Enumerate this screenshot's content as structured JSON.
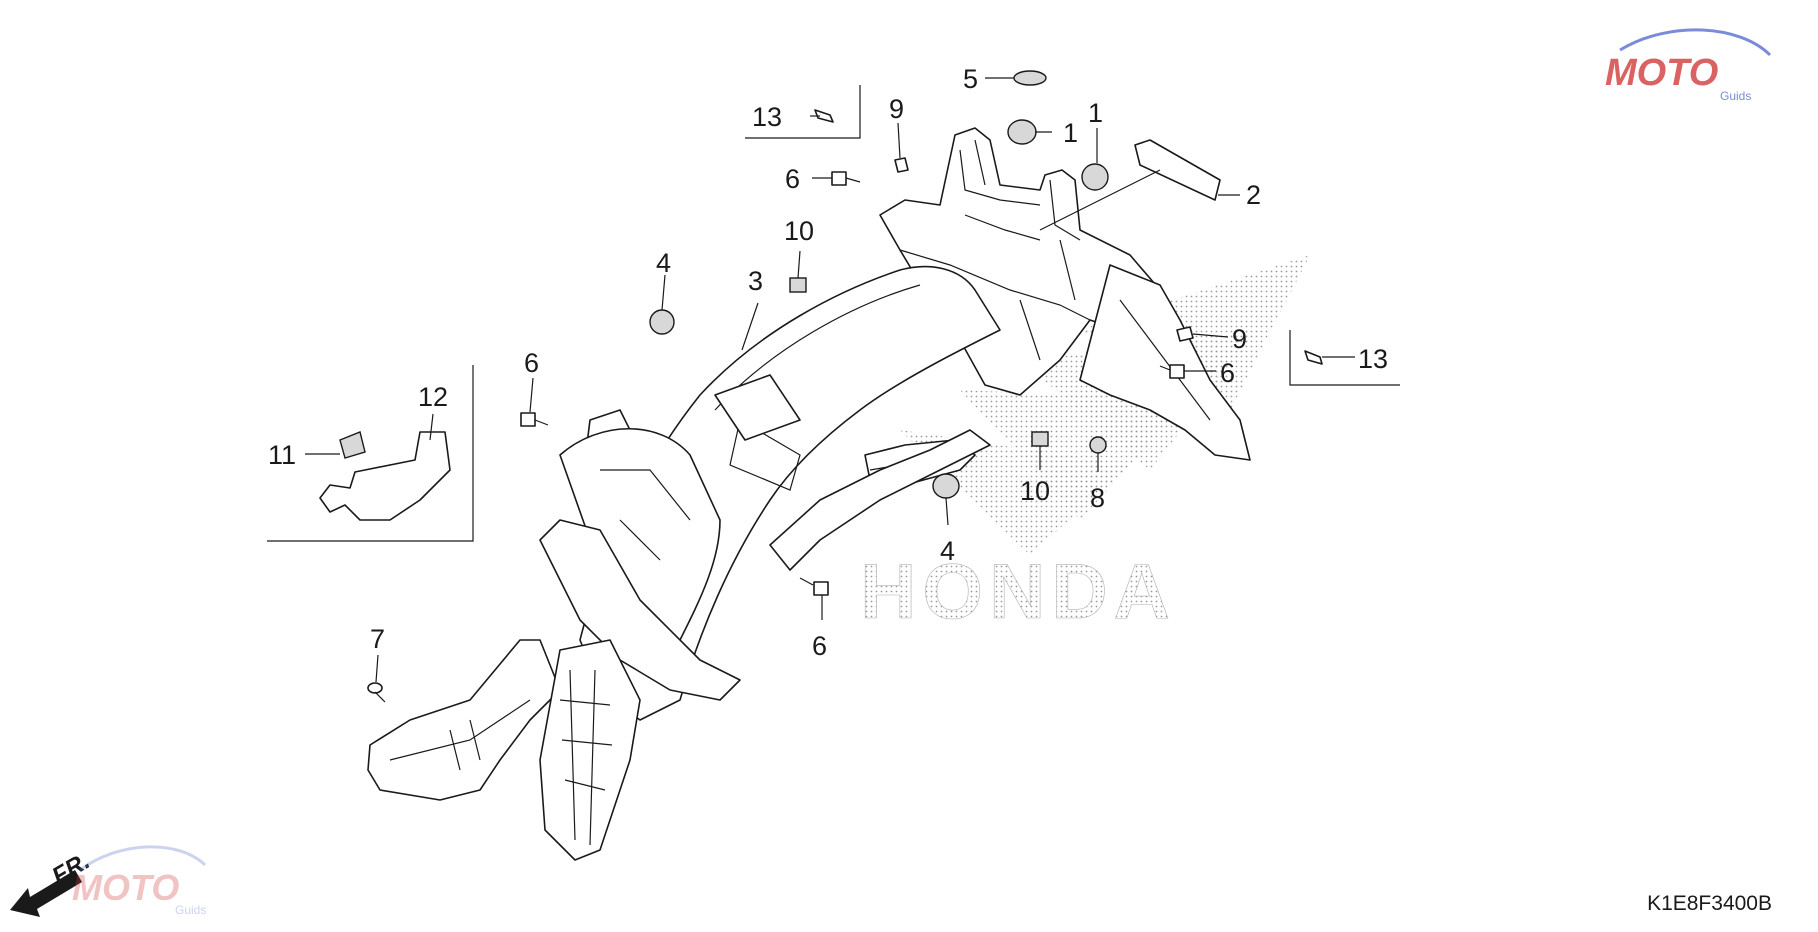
{
  "diagram": {
    "code": "K1E8F3400B",
    "direction": "FR.",
    "brand_watermark": "HONDA",
    "logo_text": "MOTO",
    "logo_sub": "Guids",
    "callouts": {
      "p1a": "1",
      "p1b": "1",
      "p2": "2",
      "p3": "3",
      "p4a": "4",
      "p4b": "4",
      "p5": "5",
      "p6a": "6",
      "p6b": "6",
      "p6c": "6",
      "p6d": "6",
      "p7": "7",
      "p8": "8",
      "p9a": "9",
      "p9b": "9",
      "p10a": "10",
      "p10b": "10",
      "p11": "11",
      "p12": "12",
      "p13a": "13",
      "p13b": "13"
    }
  },
  "colors": {
    "line": "#1a1a1a",
    "dots": "#9a9a9a",
    "logo_red": "#d33b3b",
    "logo_blue": "#5a6fd0"
  }
}
